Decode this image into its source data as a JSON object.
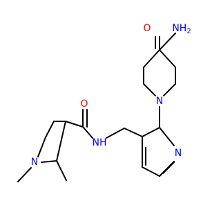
{
  "molecule": {
    "colors": {
      "bond": "#000000",
      "carbon": "#000000",
      "nitrogen": "#0000ff",
      "oxygen": "#ff0000"
    },
    "atoms": [
      {
        "id": "amide-o-top",
        "label": "O",
        "element": "oxygen"
      },
      {
        "id": "amide-n-top",
        "label": "NH",
        "sub": "2",
        "element": "nitrogen"
      },
      {
        "id": "piperidine-n",
        "label": "N",
        "element": "nitrogen"
      },
      {
        "id": "pyridine-n",
        "label": "N",
        "element": "nitrogen"
      },
      {
        "id": "amide-o-left",
        "label": "O",
        "element": "oxygen"
      },
      {
        "id": "amide-nh-left",
        "label": "NH",
        "element": "nitrogen"
      },
      {
        "id": "pyrrolidine-n",
        "label": "N",
        "element": "nitrogen"
      }
    ]
  }
}
